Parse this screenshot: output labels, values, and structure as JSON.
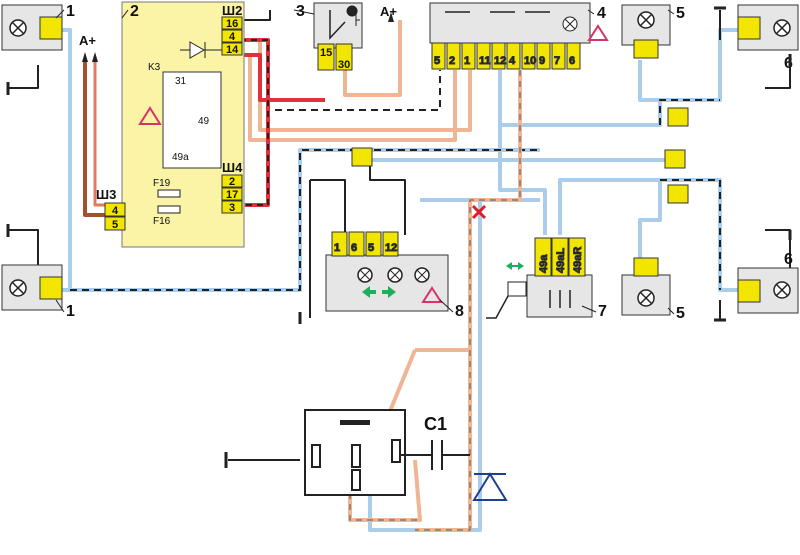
{
  "callouts": {
    "c1": "1",
    "c1b": "1",
    "c2": "2",
    "c3": "3",
    "c4": "4",
    "c5": "5",
    "c5b": "5",
    "c6": "6",
    "c6b": "6",
    "c7": "7",
    "c8": "8"
  },
  "relay_block": {
    "relay": "K3",
    "sh2": "Ш2",
    "sh3": "Ш3",
    "sh4": "Ш4",
    "fuse1": "F19",
    "fuse2": "F16",
    "pin16": "16",
    "pin4": "4",
    "pin14": "14",
    "pin2": "2",
    "pin17": "17",
    "pin3": "3",
    "sh3_4": "4",
    "sh3_5": "5",
    "relay31": "31",
    "relay49": "49",
    "relay49a": "49a"
  },
  "ignition": {
    "pin15": "15",
    "pin30": "30",
    "supply": "A+"
  },
  "supply_left": "A+",
  "hazard_switch": {
    "pins": [
      "5",
      "2",
      "1",
      "11",
      "12",
      "4",
      "10",
      "9",
      "7",
      "6"
    ]
  },
  "stalk_switch": {
    "pins": [
      "49a",
      "49aL",
      "49aR"
    ]
  },
  "cluster": {
    "pins": [
      "1",
      "6",
      "5",
      "12"
    ]
  },
  "added_circuit": {
    "capacitor": "C1"
  },
  "colors": {
    "connector": "#f2e600",
    "block": "#fbf3a6",
    "wire_blue": "#a9cdea",
    "wire_orange": "#f0b592",
    "wire_red": "#e0303a",
    "wire_black": "#222222",
    "wire_brown": "#a0522d",
    "hazard_triangle": "#d6336c",
    "indicator_green": "#1fae5b",
    "cross": "#e01b24",
    "c1_label": "#c0392b"
  }
}
